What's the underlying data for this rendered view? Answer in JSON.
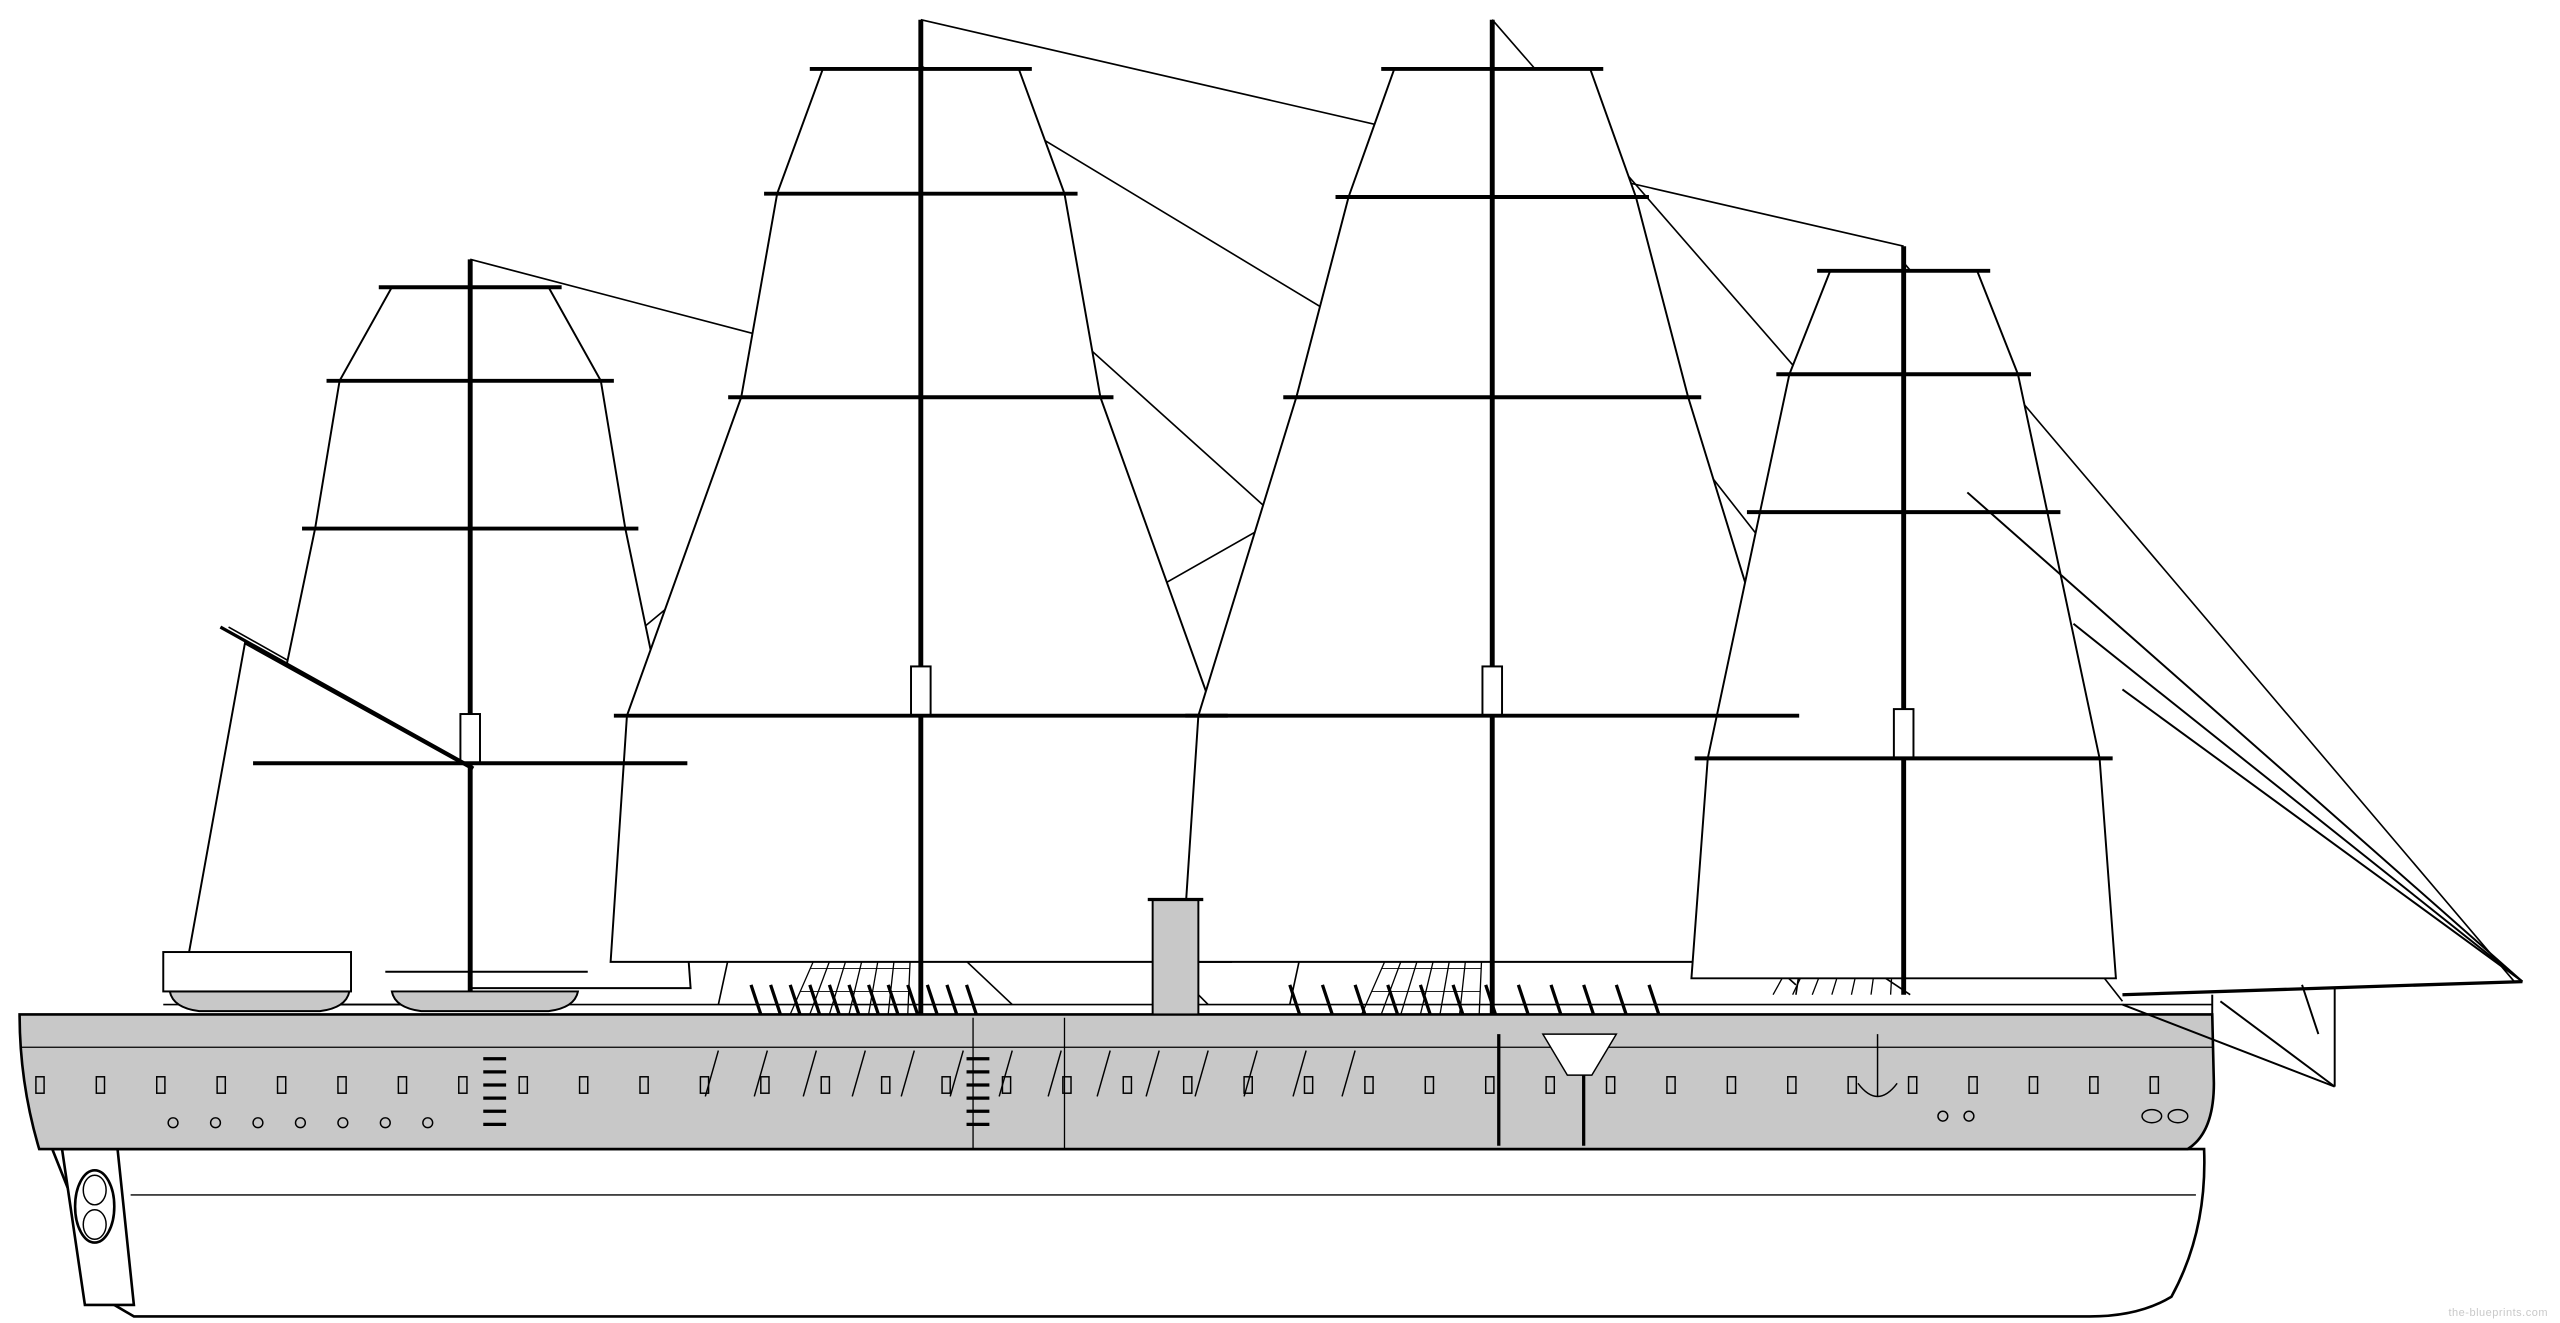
{
  "drawing": {
    "subject": "four-masted-ship-side-elevation",
    "style": "line-drawing-blueprint",
    "mast_count": 4
  },
  "colors": {
    "background": "#ffffff",
    "ink": "#000000",
    "hull_fill": "#c8c8c8",
    "sail_fill": "#ffffff"
  },
  "watermark": {
    "text": "the-blueprints.com"
  }
}
